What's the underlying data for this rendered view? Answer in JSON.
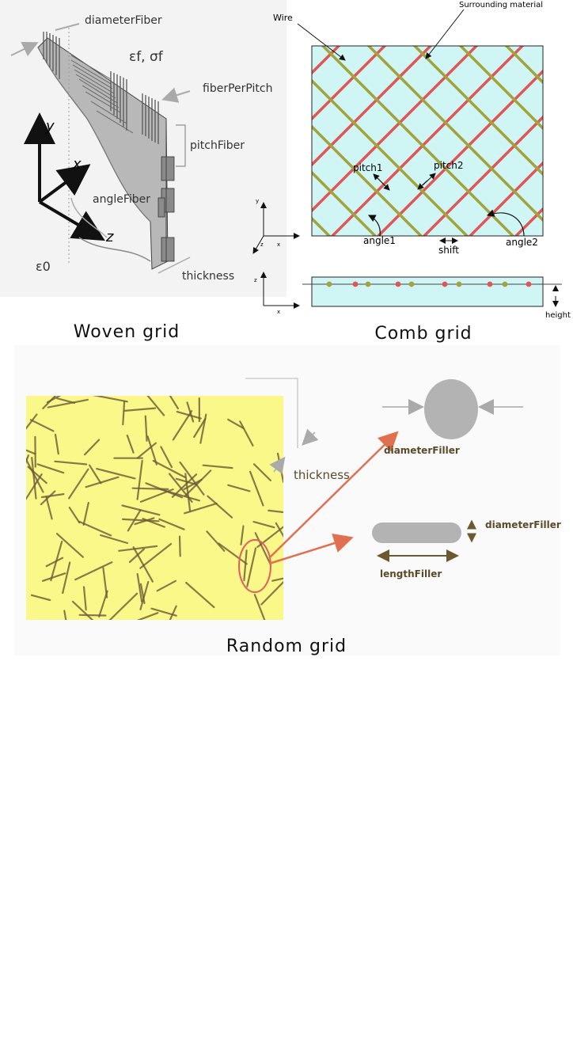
{
  "woven": {
    "caption": "Woven grid",
    "labels": {
      "diameter": "diameterFiber",
      "stress": "εf, σf",
      "per_pitch": "fiberPerPitch",
      "pitch": "pitchFiber",
      "angle": "angleFiber",
      "thickness": "thickness",
      "eps0": "ε0",
      "axis_x": "x",
      "axis_y": "y",
      "axis_z": "z"
    }
  },
  "comb": {
    "caption": "Comb grid",
    "labels": {
      "wire": "Wire",
      "surrounding": "Surrounding material",
      "pitch1": "pitch1",
      "pitch2": "pitch2",
      "angle1": "angle1",
      "angle2": "angle2",
      "shift": "shift",
      "height": "height",
      "axis_x": "x",
      "axis_y": "y",
      "axis_z": "z"
    },
    "colors": {
      "background": "#cff5f4",
      "wire_red": "#e05555",
      "wire_olive": "#a3a33e"
    }
  },
  "random": {
    "caption": "Random grid",
    "labels": {
      "thickness": "thickness",
      "diameter_top": "diameterFiller",
      "diameter_side": "diameterFiller",
      "length": "lengthFiller"
    },
    "colors": {
      "panel": "#fbf88a",
      "filler": "#b3b3b3",
      "marker": "#e07050"
    }
  }
}
